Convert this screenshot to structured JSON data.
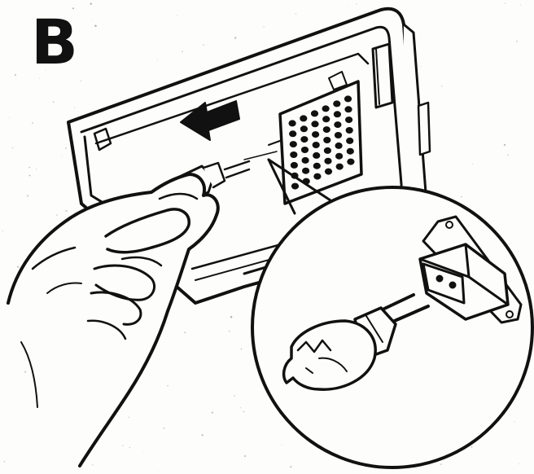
{
  "step_label": "B",
  "colors": {
    "ink": "#111111",
    "paper": "#fdfdfb",
    "speckle": "#9a9a9a"
  },
  "illustration": {
    "subject": "replacing-bulb-in-light-housing",
    "arrow_direction": "left"
  }
}
